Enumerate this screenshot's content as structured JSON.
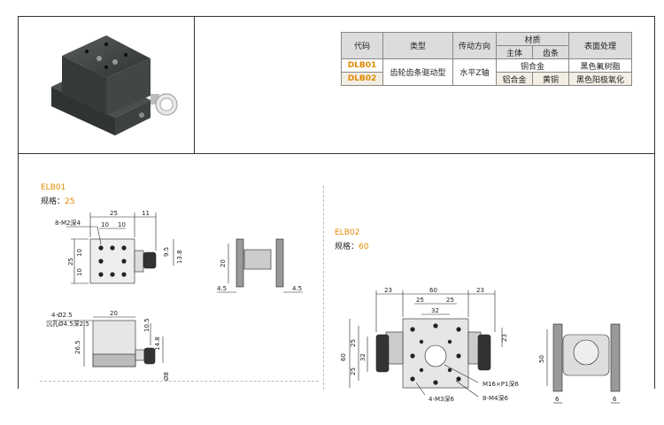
{
  "table": {
    "headers": {
      "code": "代码",
      "type": "类型",
      "drive_direction": "传动方向",
      "material": "材质",
      "material_main": "主体",
      "material_gear": "齿条",
      "surface": "表面处理"
    },
    "rows": [
      {
        "code": "DLB01",
        "type": "齿轮齿条驱动型",
        "direction": "水平Z轴",
        "material_merged": "铜合金",
        "surface": "黑色氟树脂"
      },
      {
        "code": "DLB02",
        "main": "铝合金",
        "gear": "黄铜",
        "surface": "黑色阳极氧化"
      }
    ]
  },
  "elb01": {
    "title": "ELB01",
    "spec_label": "规格：",
    "spec_value": "25",
    "dims": {
      "top_25": "25",
      "top_11": "11",
      "d10a": "10",
      "d10b": "10",
      "hole": "8-M2深4",
      "r95": "9.5",
      "r138": "13.8",
      "l25": "25",
      "l10a": "10",
      "l10b": "10",
      "s20": "20",
      "s45a": "4.5",
      "s45b": "4.5",
      "f20": "20",
      "f105": "10.5",
      "f148": "14.8",
      "f265": "26.5",
      "f8": "Ø8",
      "hole2a": "4-Ø2.5",
      "hole2b": "沉孔Ø4.5深2.5"
    }
  },
  "elb02": {
    "title": "ELB02",
    "spec_label": "规格：",
    "spec_value": "60",
    "dims": {
      "t23a": "23",
      "t60": "60",
      "t23b": "23",
      "t25a": "25",
      "t25b": "25",
      "t32": "32",
      "l60": "60",
      "l25a": "25",
      "l32": "32",
      "l25b": "25",
      "r23": "23",
      "m16": "M16×P1深6",
      "m3": "4-M3深6",
      "m4": "8-M4深6",
      "s50": "50",
      "s6a": "6",
      "s6b": "6"
    }
  }
}
